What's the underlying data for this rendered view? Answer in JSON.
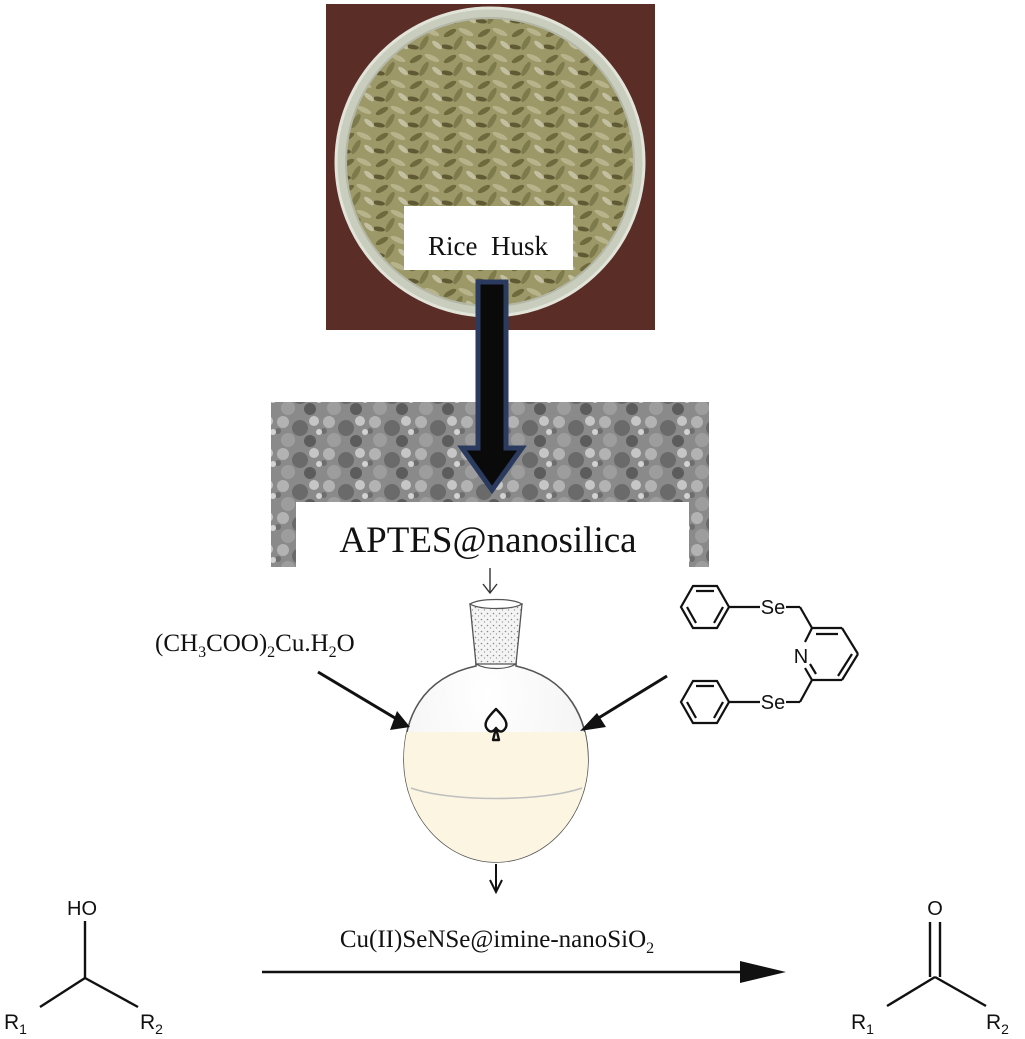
{
  "photo": {
    "label": "Rice  Husk"
  },
  "sem": {
    "label": "APTES@nanosilica"
  },
  "reagent": {
    "prefix": "(CH",
    "sub1": "3",
    "middle": "COO)",
    "sub2": "2",
    "suffix": "Cu.H",
    "sub3": "2",
    "end": "O"
  },
  "ligand": {
    "se_top": "Se",
    "se_bottom": "Se",
    "nitrogen": "N"
  },
  "catalyst": {
    "main": "Cu(II)SeNSe@imine-nanoSiO",
    "sub": "2"
  },
  "reactant": {
    "oh": "HO",
    "r1": "R",
    "r1_sub": "1",
    "r2": "R",
    "r2_sub": "2"
  },
  "product": {
    "o": "O",
    "r1": "R",
    "r1_sub": "1",
    "r2": "R",
    "r2_sub": "2"
  },
  "colors": {
    "photo_bg": "#5a2e27",
    "dish": "#c9cdbd",
    "husk": "#8a8458",
    "sem_bg": "#8c8c8c",
    "arrow_outline": "#2b3a5f",
    "liquid": "#fbf5e1"
  }
}
